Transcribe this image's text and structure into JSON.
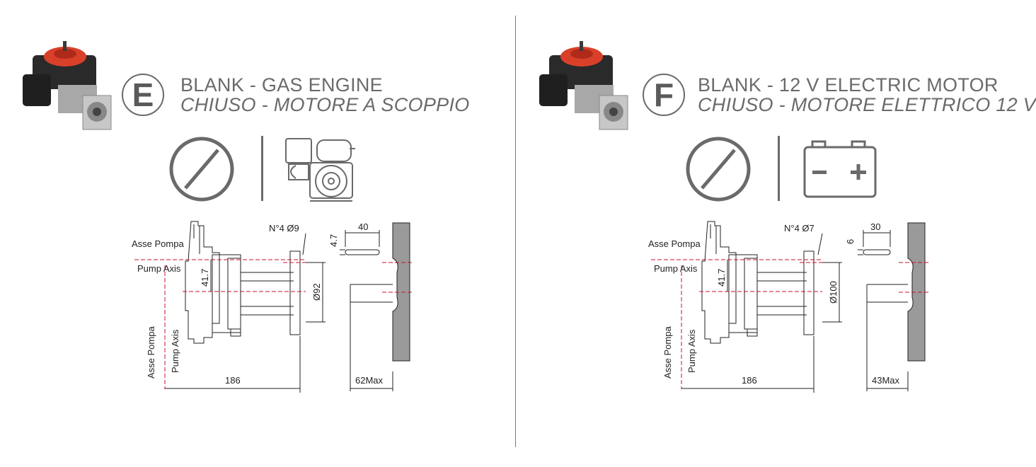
{
  "panels": [
    {
      "letter": "E",
      "title": "BLANK - GAS ENGINE",
      "subtitle": "CHIUSO - MOTORE A SCOPPIO",
      "drive_icon": "gas-engine-icon",
      "dims": {
        "holes": "N°4 Ø9",
        "key_height": "4.7",
        "key_length": "40",
        "axis_offset": "41.7",
        "bolt_circle": "Ø92",
        "length": "186",
        "shaft_max": "62Max",
        "axis_label_it": "Asse Pompa",
        "axis_label_en": "Pump Axis"
      }
    },
    {
      "letter": "F",
      "title": "BLANK - 12 V ELECTRIC MOTOR",
      "subtitle": "CHIUSO - MOTORE ELETTRICO 12 V",
      "drive_icon": "battery-icon",
      "dims": {
        "holes": "N°4 Ø7",
        "key_height": "6",
        "key_length": "30",
        "axis_offset": "41.7",
        "bolt_circle": "Ø100",
        "length": "186",
        "shaft_max": "43Max",
        "axis_label_it": "Asse Pompa",
        "axis_label_en": "Pump Axis"
      }
    }
  ],
  "colors": {
    "accent": "#c8102e",
    "line": "#222222",
    "icon": "#6a6a6a",
    "hatch": "#9a9a9a",
    "pump_red": "#d9402a"
  }
}
